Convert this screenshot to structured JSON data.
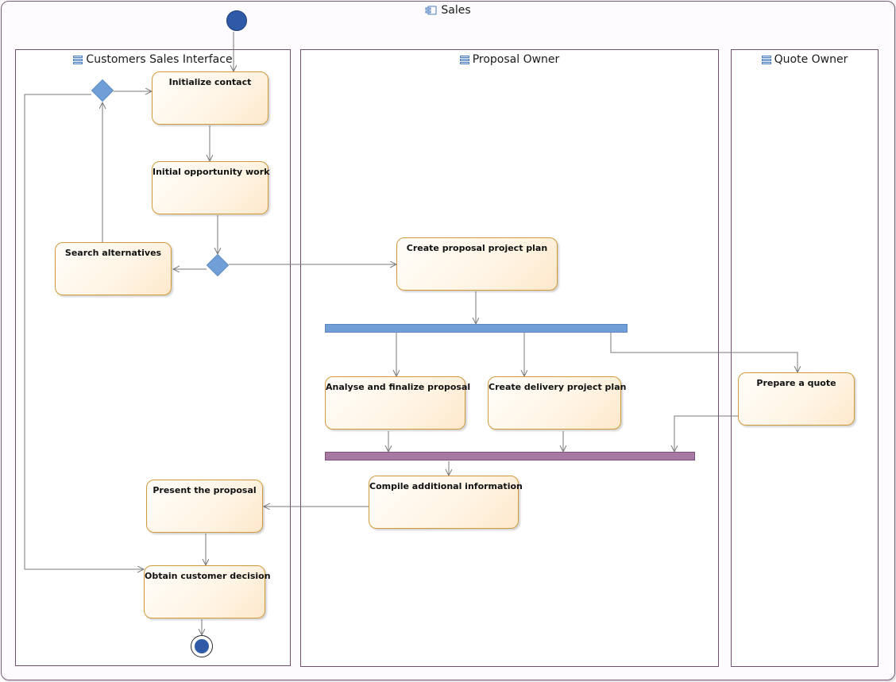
{
  "diagram": {
    "title": "Sales",
    "title_icon": "component-icon",
    "lanes": [
      {
        "id": "customers",
        "label": "Customers Sales Interface",
        "icon": "partition-icon"
      },
      {
        "id": "proposal",
        "label": "Proposal Owner",
        "icon": "partition-icon"
      },
      {
        "id": "quote",
        "label": "Quote Owner",
        "icon": "partition-icon"
      }
    ],
    "actions": {
      "initialize_contact": "Initialize contact",
      "initial_opportunity_work": "Initial opportunity work",
      "search_alternatives": "Search alternatives",
      "create_proposal_project_plan": "Create proposal project plan",
      "analyse_finalize_proposal": "Analyse and finalize proposal",
      "create_delivery_project_plan": "Create delivery project plan",
      "prepare_quote": "Prepare a quote",
      "compile_additional_information": "Compile additional information",
      "present_proposal": "Present the proposal",
      "obtain_customer_decision": "Obtain customer decision"
    },
    "colors": {
      "action_border": "#d39a3a",
      "fork_bar": "#6f9fd6",
      "join_bar": "#a679a2",
      "initial_node": "#2e5aa8",
      "lane_border": "#6e4f6c",
      "edge": "#7a7a7a"
    }
  }
}
